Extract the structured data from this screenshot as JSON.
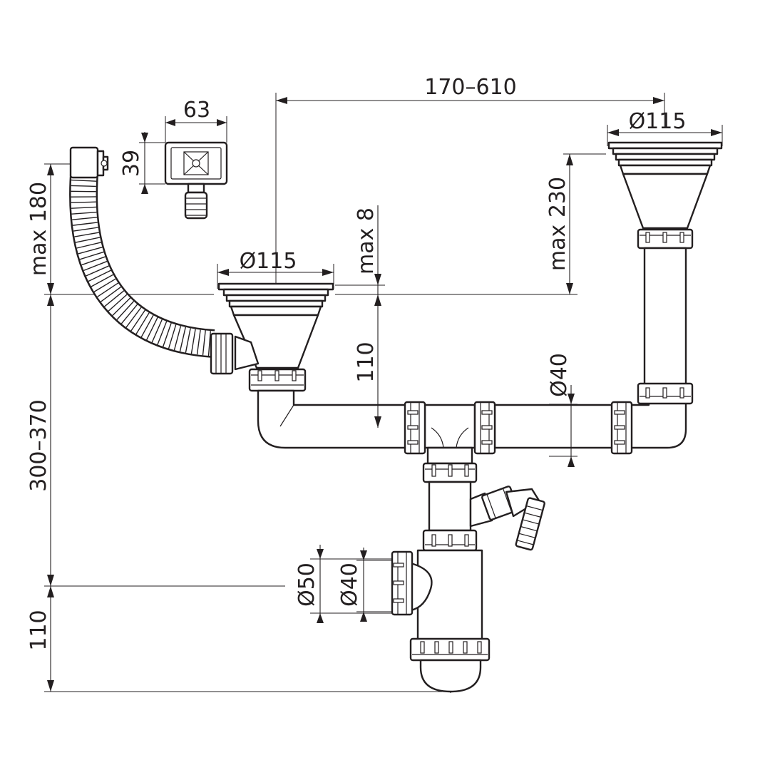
{
  "dimensions": {
    "top_span": "170–610",
    "strainer_right_diameter": "Ø115",
    "overflow_width": "63",
    "overflow_height": "39",
    "overflow_hose_height": "max 180",
    "drain_height_max": "max 230",
    "rim_offset": "max 8",
    "strainer_left_diameter": "Ø115",
    "strainer_to_pipe": "110",
    "pipe_diameter": "Ø40",
    "total_height": "300–370",
    "inlet_outer_diameter": "Ø50",
    "inlet_inner_diameter": "Ø40",
    "trap_depth": "110"
  },
  "colors": {
    "line": "#231f20",
    "background": "#ffffff"
  }
}
